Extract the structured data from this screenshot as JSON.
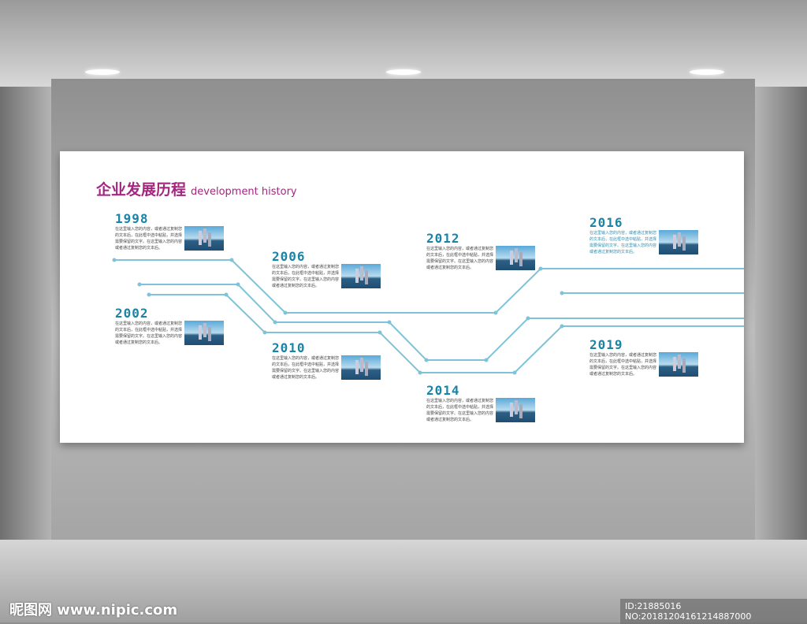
{
  "title": {
    "cn": "企业发展历程",
    "en": "development  history"
  },
  "entries": [
    {
      "year": "1998",
      "text": "在这里输入您的内容，或者通过复制您的文本后，在此框中选中粘贴，并选择需要保留的文字。在这里输入您的内容或者通过复制您的文本后。"
    },
    {
      "year": "2006",
      "text": "在这里输入您的内容，或者通过复制您的文本后，在此框中选中粘贴，并选择需要保留的文字。在这里输入您的内容或者通过复制您的文本后。"
    },
    {
      "year": "2002",
      "text": "在这里输入您的内容，或者通过复制您的文本后，在此框中选中粘贴，并选择需要保留的文字。在这里输入您的内容或者通过复制您的文本后。"
    },
    {
      "year": "2010",
      "text": "在这里输入您的内容，或者通过复制您的文本后，在此框中选中粘贴，并选择需要保留的文字。在这里输入您的内容或者通过复制您的文本后。"
    },
    {
      "year": "2012",
      "text": "在这里输入您的内容，或者通过复制您的文本后，在此框中选中粘贴，并选择需要保留的文字。在这里输入您的内容或者通过复制您的文本后。"
    },
    {
      "year": "2014",
      "text": "在这里输入您的内容，或者通过复制您的文本后，在此框中选中粘贴，并选择需要保留的文字。在这里输入您的内容或者通过复制您的文本后。"
    },
    {
      "year": "2016",
      "text": "在这里输入您的内容，或者通过复制您的文本后，在此框中选中粘贴，并选择需要保留的文字。在这里输入您的内容或者通过复制您的文本后。"
    },
    {
      "year": "2019",
      "text": "在这里输入您的内容，或者通过复制您的文本后，在此框中选中粘贴，并选择需要保留的文字。在这里输入您的内容或者通过复制您的文本后。"
    }
  ],
  "watermark": {
    "left": "昵图网 www.nipic.com",
    "right": "ID:21885016 NO:20181204161214887000"
  },
  "colors": {
    "title": "#a3267f",
    "year": "#1a83a6",
    "line": "#7ec3d8"
  }
}
